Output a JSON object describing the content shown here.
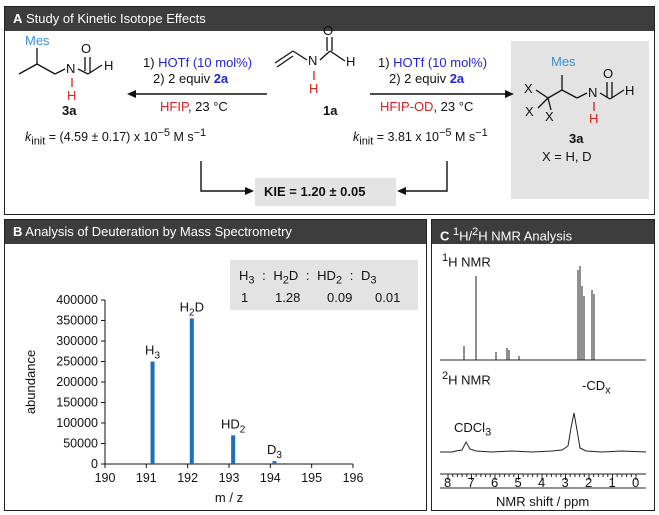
{
  "panel_a": {
    "letter": "A",
    "title": "Study of Kinetic Isotope Effects",
    "left_product": {
      "mes": "Mes",
      "N": "N",
      "O": "O",
      "H_cho": "H",
      "H_nh": "H",
      "label": "3a"
    },
    "start_material": {
      "N": "N",
      "O": "O",
      "H_cho": "H",
      "H_nh": "H",
      "label": "1a"
    },
    "right_product": {
      "mes": "Mes",
      "N": "N",
      "O": "O",
      "H_cho": "H",
      "H_nh": "H",
      "X1": "X",
      "X2": "X",
      "X3": "X",
      "label": "3a",
      "x_def": "X = H, D"
    },
    "cond_left": {
      "step1_prefix": "1) ",
      "step1_reagent": "HOTf (10 mol%)",
      "step2_prefix": "2) 2 equiv ",
      "step2_reagent": "2a",
      "solvent": "HFIP",
      "temp": ", 23 °C"
    },
    "cond_right": {
      "step1_prefix": "1) ",
      "step1_reagent": "HOTf (10 mol%)",
      "step2_prefix": "2) 2 equiv ",
      "step2_reagent": "2a",
      "solvent": "HFIP-OD",
      "temp": ", 23 °C"
    },
    "k_left": {
      "k": "k",
      "sub": "init",
      "text": " = (4.59 ± 0.17) x 10",
      "exp": "−5",
      "units": " M s",
      "units_exp": "−1"
    },
    "k_right": {
      "k": "k",
      "sub": "init",
      "text": " = 3.81 x 10",
      "exp": "−5",
      "units": " M s",
      "units_exp": "−1"
    },
    "kie": "KIE = 1.20 ± 0.05"
  },
  "panel_b": {
    "letter": "B",
    "title": "Analysis of Deuteration by Mass Spectrometry",
    "table": {
      "headers": [
        "H3",
        "H2D",
        "HD2",
        "D3"
      ],
      "values": [
        "1",
        "1.28",
        "0.09",
        "0.01"
      ]
    }
  },
  "panel_c": {
    "letter": "C",
    "title_sup1": "1",
    "title_mid": "H/",
    "title_sup2": "2",
    "title_end": "H NMR Analysis",
    "h_nmr_sup": "1",
    "h_nmr_label": "H NMR",
    "d_nmr_sup": "2",
    "d_nmr_label": "H NMR",
    "cdcl3": "CDCl3",
    "cdx": "-CDx",
    "xlabel": "NMR shift / ppm",
    "ticks": [
      "8",
      "7",
      "6",
      "5",
      "4",
      "3",
      "2",
      "1",
      "0"
    ]
  },
  "chart_data": {
    "type": "bar",
    "title": "",
    "xlabel": "m / z",
    "ylabel": "abundance",
    "xlim": [
      190,
      196
    ],
    "ylim": [
      0,
      400000
    ],
    "x_ticks": [
      190,
      191,
      192,
      193,
      194,
      195,
      196
    ],
    "y_ticks": [
      0,
      50000,
      100000,
      150000,
      200000,
      250000,
      300000,
      350000,
      400000
    ],
    "peaks": [
      {
        "x": 191.15,
        "y": 250000,
        "label": "H3"
      },
      {
        "x": 192.1,
        "y": 355000,
        "label": "H2D"
      },
      {
        "x": 193.1,
        "y": 70000,
        "label": "HD2"
      },
      {
        "x": 194.1,
        "y": 7000,
        "label": "D3"
      }
    ],
    "bar_color": "#1a6fbf"
  }
}
